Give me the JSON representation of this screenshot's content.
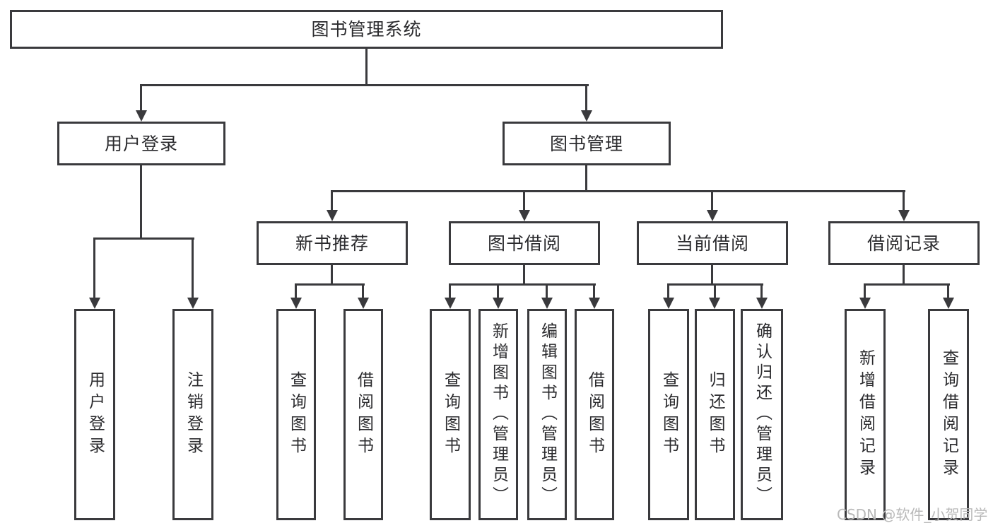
{
  "diagram": {
    "type": "hierarchy-tree",
    "colors": {
      "line": "#3a3a3d",
      "text": "#2b2b2e",
      "box_background": "#ffffff",
      "page_background": "#ffffff",
      "watermark": "#b9b9b9"
    },
    "watermark": {
      "text": "CSDN @软件_小贺同学"
    },
    "tree": {
      "label": "图书管理系统",
      "children": [
        {
          "label": "用户登录",
          "children": [
            {
              "label": "用户登录"
            },
            {
              "label": "注销登录"
            }
          ]
        },
        {
          "label": "图书管理",
          "children": [
            {
              "label": "新书推荐",
              "children": [
                {
                  "label": "查询图书"
                },
                {
                  "label": "借阅图书"
                }
              ]
            },
            {
              "label": "图书借阅",
              "children": [
                {
                  "label": "查询图书"
                },
                {
                  "label": "新增图书（管理员）"
                },
                {
                  "label": "编辑图书（管理员）"
                },
                {
                  "label": "借阅图书"
                }
              ]
            },
            {
              "label": "当前借阅",
              "children": [
                {
                  "label": "查询图书"
                },
                {
                  "label": "归还图书"
                },
                {
                  "label": "确认归还（管理员）"
                }
              ]
            },
            {
              "label": "借阅记录",
              "children": [
                {
                  "label": "新增借阅记录"
                },
                {
                  "label": "查询借阅记录"
                }
              ]
            }
          ]
        }
      ]
    }
  }
}
